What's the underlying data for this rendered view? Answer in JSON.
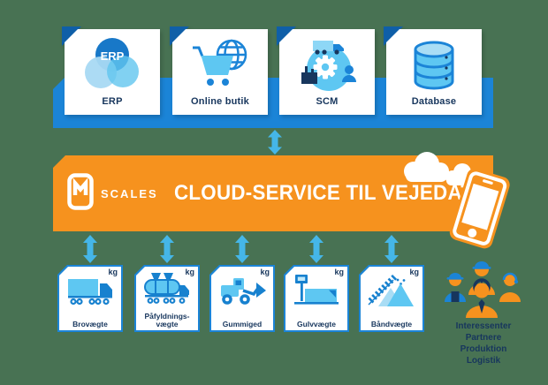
{
  "canvas": {
    "background": "#487253"
  },
  "palette": {
    "band_blue": "#1b84d7",
    "fold_dark_blue": "#0f5fa8",
    "light_blue": "#5ec7f2",
    "pale_blue": "#a9ddf5",
    "icon_blue": "#1781cf",
    "navy_text": "#17365d",
    "orange": "#f6921e",
    "arrow_cyan": "#45b6e8",
    "white": "#ffffff"
  },
  "top_row": {
    "boxes": [
      {
        "label": "ERP",
        "icon": "erp-venn-diagram-icon",
        "icon_text": "ERP"
      },
      {
        "label": "Online butik",
        "icon": "shopping-cart-globe-icon"
      },
      {
        "label": "SCM",
        "icon": "supply-chain-circle-icon"
      },
      {
        "label": "Database",
        "icon": "database-cylinder-icon"
      }
    ]
  },
  "banner": {
    "brand": "SCALES",
    "title": "CLOUD-SERVICE TIL VEJEDATA",
    "logo_icon": "mscales-m-logo",
    "decoration_icons": [
      "clouds-icon",
      "smartphone-icon"
    ]
  },
  "connections": {
    "arrow_icon": "double-vertical-arrow-icon"
  },
  "scales_row": {
    "unit_badge": "kg",
    "boxes": [
      {
        "label": "Brovægte",
        "icon": "weighbridge-truck-icon"
      },
      {
        "label": "Påfyldnings-\nvægte",
        "icon": "filling-scale-tanker-icon"
      },
      {
        "label": "Gummiged",
        "icon": "wheel-loader-icon"
      },
      {
        "label": "Gulvvægte",
        "icon": "floor-scale-icon"
      },
      {
        "label": "Båndvægte",
        "icon": "belt-scale-icon"
      }
    ]
  },
  "stakeholders": {
    "icon": "people-group-icon",
    "lines": [
      "Interessenter",
      "Partnere",
      "Produktion",
      "Logistik"
    ]
  }
}
